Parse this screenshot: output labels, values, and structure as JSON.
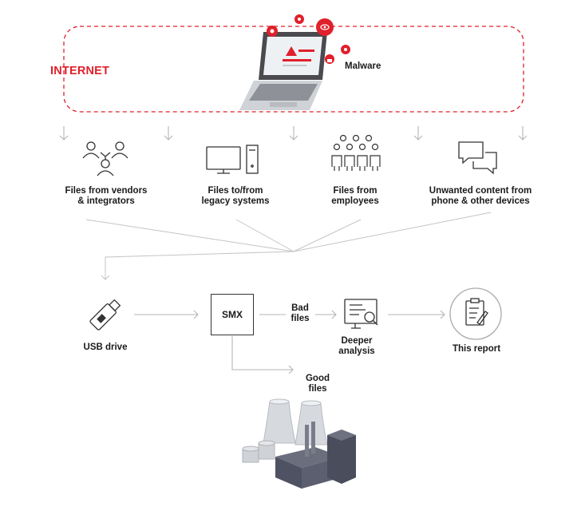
{
  "zone": {
    "label": "INTERNET"
  },
  "malware": {
    "label": "Malware"
  },
  "sources": [
    {
      "line1": "Files from vendors",
      "line2": "& integrators",
      "icon": "people-icon"
    },
    {
      "line1": "Files to/from",
      "line2": "legacy systems",
      "icon": "computer-icon"
    },
    {
      "line1": "Files from",
      "line2": "employees",
      "icon": "employees-icon"
    },
    {
      "line1": "Unwanted content from",
      "line2": "phone & other devices",
      "icon": "chat-bubbles-icon"
    }
  ],
  "flow": {
    "usb": "USB drive",
    "smx": "SMX",
    "bad_line1": "Bad",
    "bad_line2": "files",
    "analysis_line1": "Deeper",
    "analysis_line2": "analysis",
    "report": "This report",
    "good_line1": "Good",
    "good_line2": "files"
  },
  "colors": {
    "accent": "#e0202b",
    "line": "#b5b5b5",
    "ink": "#333333"
  }
}
